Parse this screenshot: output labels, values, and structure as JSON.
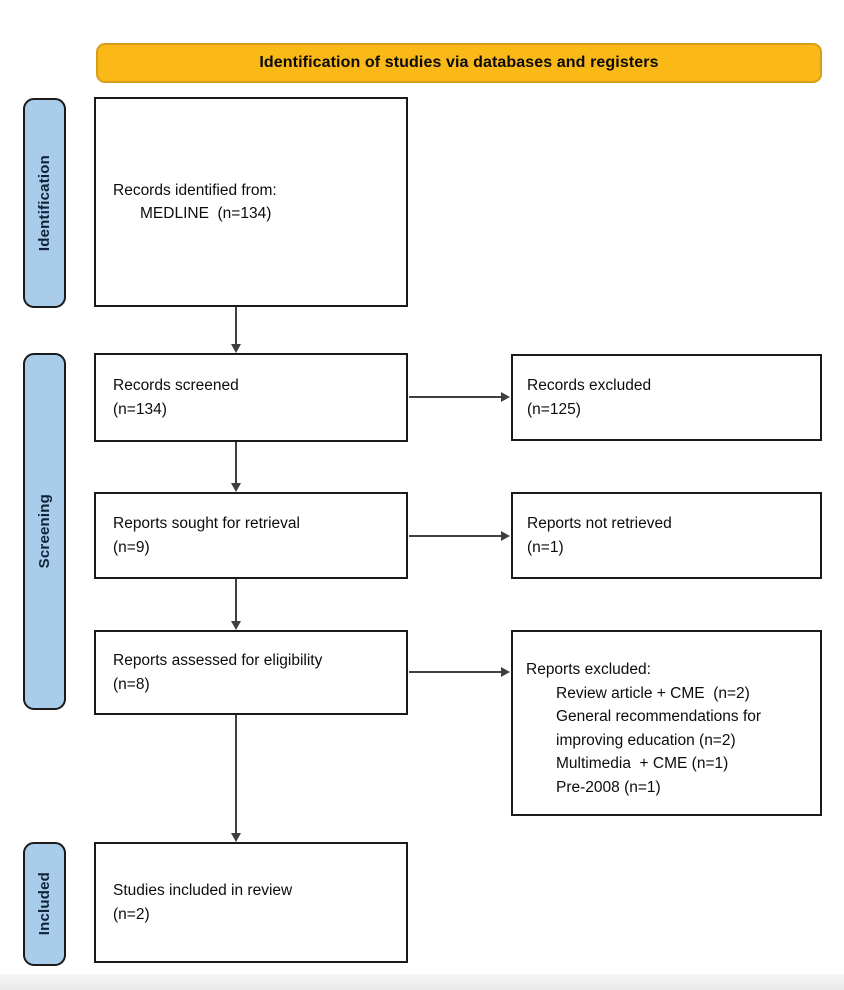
{
  "banner": {
    "label": "Identification of studies via databases and registers"
  },
  "stages": [
    {
      "label": "Identification"
    },
    {
      "label": "Screening"
    },
    {
      "label": "Included"
    }
  ],
  "boxes": {
    "records_identified": {
      "line1": "Records identified from:",
      "line2": "MEDLINE  (n=134)"
    },
    "records_screened": {
      "line1": "Records screened",
      "line2": "(n=134)"
    },
    "records_excluded": {
      "line1": "Records excluded",
      "line2": "(n=125)"
    },
    "reports_sought": {
      "line1": "Reports sought for retrieval",
      "line2": "(n=9)"
    },
    "reports_not_retrieved": {
      "line1": "Reports not retrieved",
      "line2": "(n=1)"
    },
    "reports_assessed": {
      "line1": "Reports assessed for eligibility",
      "line2": "(n=8)"
    },
    "reports_excluded": {
      "title": "Reports excluded:",
      "items": [
        "Review article + CME  (n=2)",
        "General recommendations for improving education (n=2)",
        "Multimedia  + CME (n=1)",
        "Pre-2008 (n=1)"
      ]
    },
    "studies_included": {
      "line1": "Studies included in review",
      "line2": "(n=2)"
    }
  },
  "colors": {
    "banner_fill": "#FBB917",
    "banner_border": "#D89E1B",
    "stage_fill": "#A8CCEA",
    "stage_border": "#1A1A1A",
    "stage_text": "#10233B",
    "box_border": "#1A1A1A",
    "arrow": "#3F3F3F"
  }
}
